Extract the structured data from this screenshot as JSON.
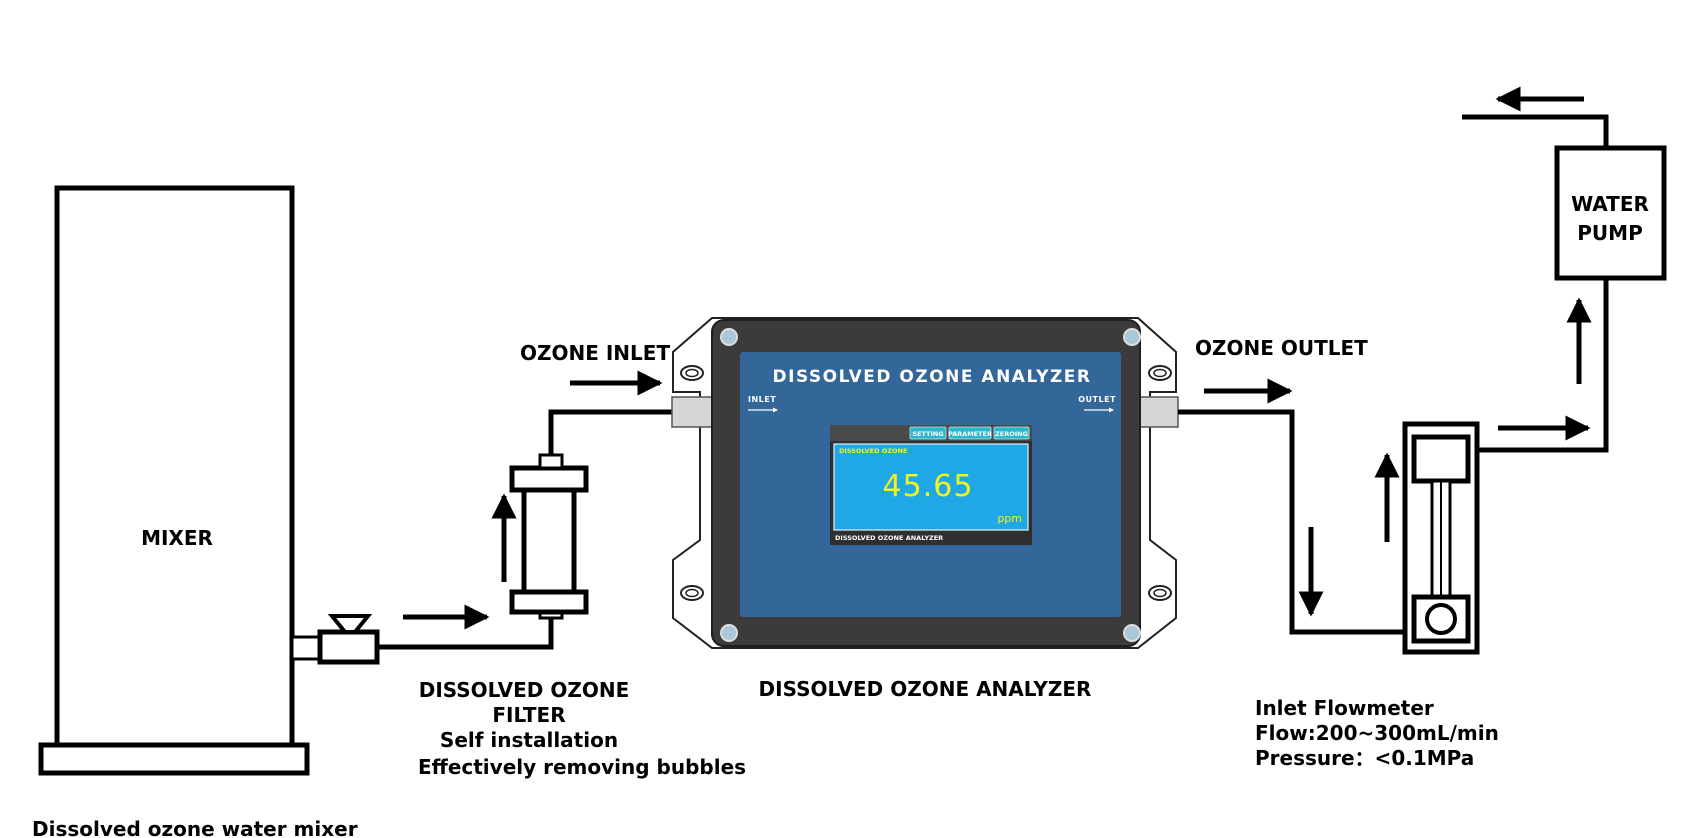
{
  "labels": {
    "mixer": "MIXER",
    "mixer_caption": "Dissolved ozone water mixer",
    "filter_line1": "DISSOLVED OZONE",
    "filter_line2": "FILTER",
    "filter_line3": "Self installation",
    "filter_line4": "Effectively removing bubbles",
    "ozone_inlet": "OZONE INLET",
    "ozone_outlet": "OZONE OUTLET",
    "analyzer_caption": "DISSOLVED OZONE ANALYZER",
    "pump_line1": "WATER",
    "pump_line2": "PUMP",
    "flowmeter_line1": "Inlet Flowmeter",
    "flowmeter_line2": "Flow:200~300mL/min",
    "flowmeter_line3": "Pressure：<0.1MPa"
  },
  "analyzer": {
    "title": "DISSOLVED OZONE ANALYZER",
    "inlet": "INLET",
    "outlet": "OUTLET",
    "buttons": [
      "SETTING",
      "PARAMETER",
      "ZEROING"
    ],
    "lcd_label": "DISSOLVED OZONE",
    "reading": "45.65",
    "unit": "ppm",
    "footer": "DISSOLVED OZONE ANALYZER"
  },
  "colors": {
    "panel_blue": "#336699",
    "lcd_blue": "#1fa7e6",
    "lcd_text": "#f3f321",
    "bezel": "#3c3a3b",
    "button": "#2bb7c9"
  }
}
